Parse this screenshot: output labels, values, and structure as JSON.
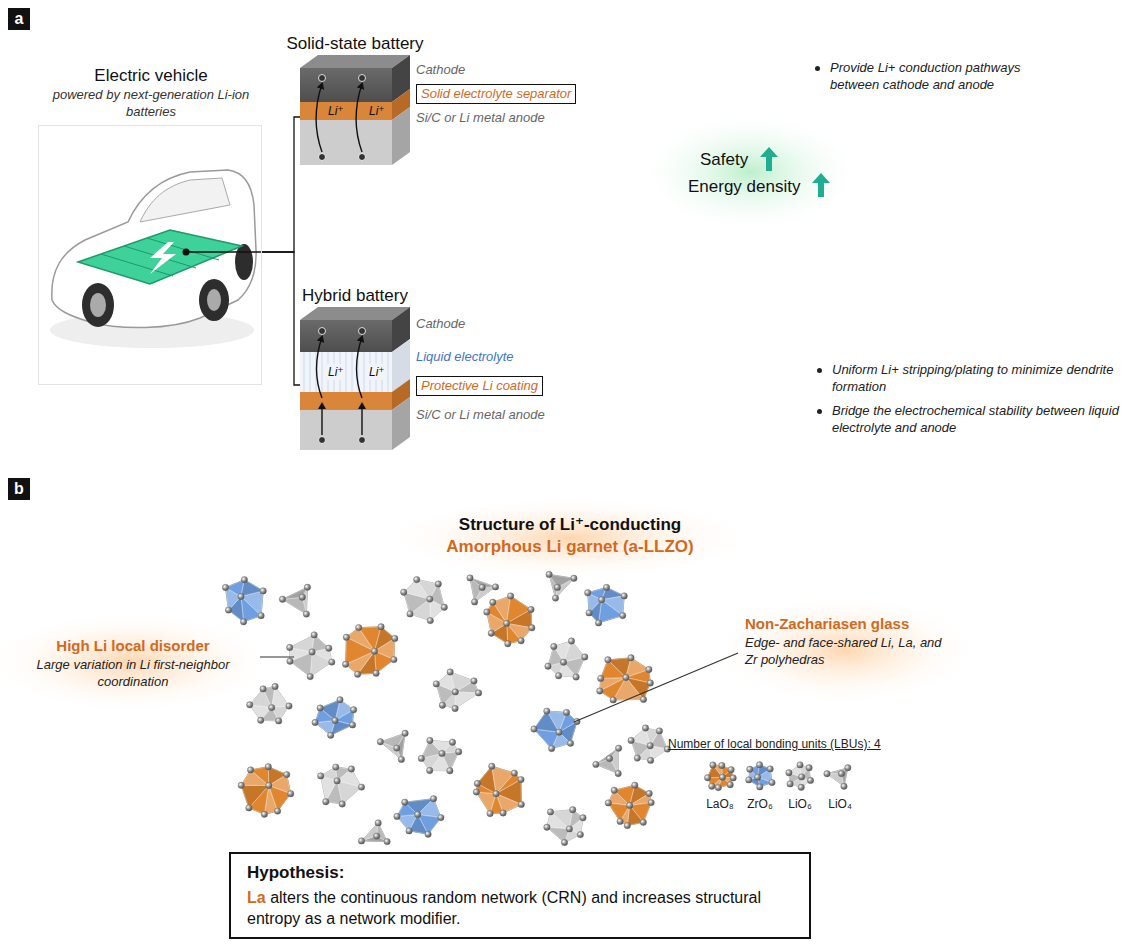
{
  "diagram": {
    "nodes": [
      {
        "text": [
          "a"
        ]
      },
      {
        "text": [
          "Electric vehicle",
          "powered by next-generation Li-ion batteries"
        ]
      },
      {
        "text": [
          "Solid-state battery"
        ]
      },
      {
        "text": [
          "Cathode"
        ],
        "in": 2
      },
      {
        "text": [
          "Solid electrolyte separator",
          "Li⁺",
          "Li⁺"
        ],
        "in": 2
      },
      {
        "text": [
          "Si/C or Li metal anode"
        ],
        "in": 2
      },
      {
        "text": [
          "Hybrid battery"
        ]
      },
      {
        "text": [
          "Cathode"
        ],
        "in": 6
      },
      {
        "text": [
          "Liquid electrolyte",
          "Li⁺",
          "Li⁺"
        ],
        "in": 6
      },
      {
        "text": [
          "Protective Li coating"
        ],
        "in": 6
      },
      {
        "text": [
          "Si/C or Li metal anode"
        ],
        "in": 6
      },
      {
        "text": [
          "b"
        ]
      },
      {
        "text": [
          "Hypothesis:",
          "La",
          "alters the continuous random network (CRN) and increases structural entropy as a network modifier."
        ]
      }
    ],
    "edges": [
      {
        "from": 1,
        "to": 2,
        "arrow": "none"
      },
      {
        "from": 1,
        "to": 6,
        "arrow": "none"
      }
    ],
    "labels": [
      "Provide Li+ conduction pathways between cathode and anode",
      "Safety",
      "Energy density",
      "Uniform Li+ stripping/plating to minimize dendrite formation",
      "Bridge the electrochemical stability between liquid electrolyte and anode",
      "Structure of Li⁺-conducting",
      "Amorphous Li garnet (a-LLZO)",
      "High Li local disorder",
      "Large variation in Li first-neighbor coordination",
      "Non-Zachariasen glass",
      "Edge- and face-shared Li, La, and Zr polyhedras",
      "Number of local bonding units (LBUs): 4"
    ],
    "legend": [
      {
        "text": "LaO₈",
        "color": "#e0862f"
      },
      {
        "text": "ZrO₆",
        "color": "#6f9fe0"
      },
      {
        "text": "LiO₆",
        "color": "#d6d6d6"
      },
      {
        "text": "LiO₄",
        "color": "#b8b8b8"
      }
    ]
  }
}
